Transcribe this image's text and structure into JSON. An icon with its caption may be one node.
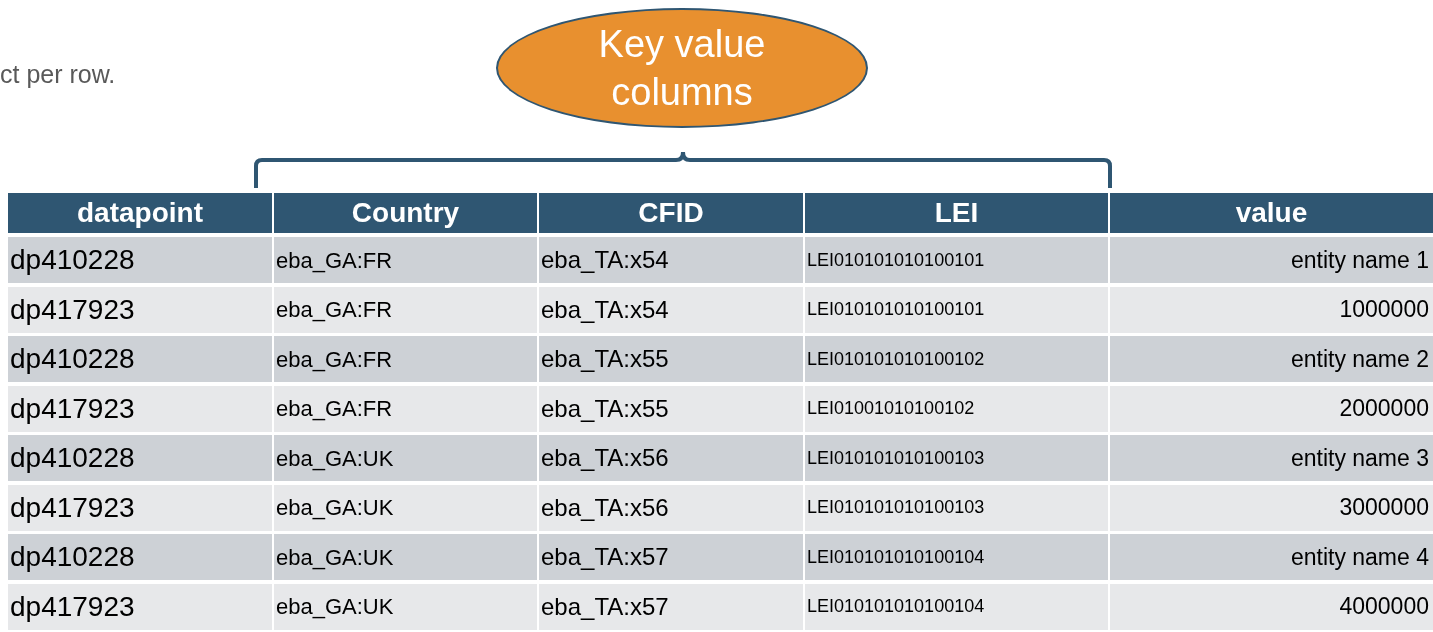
{
  "diagram": {
    "nodes": [
      {
        "text": [
          "Key value columns"
        ]
      }
    ],
    "labels": [
      "ct per row.",
      "datapoint",
      "Country",
      "CFID",
      "LEI",
      "value",
      "dp410228",
      "eba_GA:FR",
      "eba_TA:x54",
      "LEI010101010100101",
      "entity name 1",
      "dp417923",
      "eba_GA:FR",
      "eba_TA:x54",
      "LEI010101010100101",
      "1000000",
      "dp410228",
      "eba_GA:FR",
      "eba_TA:x55",
      "LEI010101010100102",
      "entity name 2",
      "dp417923",
      "eba_GA:FR",
      "eba_TA:x55",
      "LEI01001010100102",
      "2000000",
      "dp410228",
      "eba_GA:UK",
      "eba_TA:x56",
      "LEI010101010100103",
      "entity name 3",
      "dp417923",
      "eba_GA:UK",
      "eba_TA:x56",
      "LEI010101010100103",
      "3000000",
      "dp410228",
      "eba_GA:UK",
      "eba_TA:x57",
      "LEI010101010100104",
      "entity name 4",
      "dp417923",
      "eba_GA:UK",
      "eba_TA:x57",
      "LEI010101010100104",
      "4000000"
    ]
  }
}
